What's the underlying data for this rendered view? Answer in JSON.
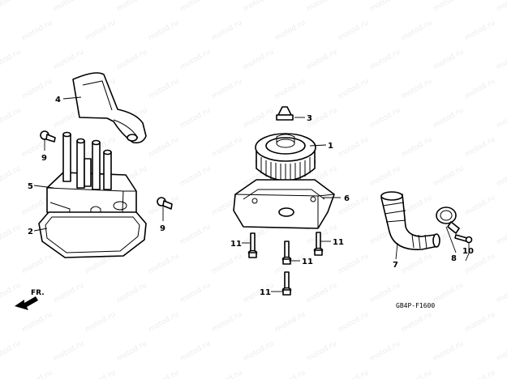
{
  "diagram": {
    "reference_code": "GB4P-F1600",
    "front_indicator": "FR.",
    "watermark": "motod.ru",
    "ink_color": "#000000",
    "background_color": "#ffffff"
  },
  "callouts": [
    {
      "id": "c1",
      "label": "1"
    },
    {
      "id": "c2",
      "label": "2"
    },
    {
      "id": "c3",
      "label": "3"
    },
    {
      "id": "c4",
      "label": "4"
    },
    {
      "id": "c5",
      "label": "5"
    },
    {
      "id": "c6",
      "label": "6"
    },
    {
      "id": "c7",
      "label": "7"
    },
    {
      "id": "c8",
      "label": "8"
    },
    {
      "id": "c9a",
      "label": "9"
    },
    {
      "id": "c9b",
      "label": "9"
    },
    {
      "id": "c10",
      "label": "10"
    },
    {
      "id": "c11a",
      "label": "11"
    },
    {
      "id": "c11b",
      "label": "11"
    },
    {
      "id": "c11c",
      "label": "11"
    },
    {
      "id": "c11d",
      "label": "11"
    }
  ]
}
